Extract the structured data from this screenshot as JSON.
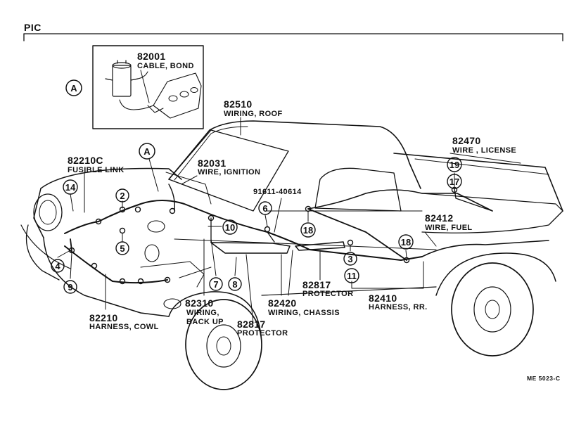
{
  "header": {
    "label": "PIC"
  },
  "parts": [
    {
      "id": "p82001",
      "number": "82001",
      "desc": "CABLE, BOND"
    },
    {
      "id": "p82510",
      "number": "82510",
      "desc": "WIRING, ROOF"
    },
    {
      "id": "p82470",
      "number": "82470",
      "desc": "WIRE , LICENSE"
    },
    {
      "id": "p82210c",
      "number": "82210C",
      "desc": "FUSIBLE LINK"
    },
    {
      "id": "p82031",
      "number": "82031",
      "desc": "WIRE, IGNITION"
    },
    {
      "id": "p91611",
      "number": "91611-40614",
      "desc": ""
    },
    {
      "id": "p82412",
      "number": "82412",
      "desc": "WIRE, FUEL"
    },
    {
      "id": "p82817a",
      "number": "82817",
      "desc": "PROTECTOR"
    },
    {
      "id": "p82410",
      "number": "82410",
      "desc": "HARNESS, RR."
    },
    {
      "id": "p82310",
      "number": "82310",
      "desc": "WIRING,"
    },
    {
      "id": "p82310b",
      "number": "",
      "desc": "BACK UP"
    },
    {
      "id": "p82420",
      "number": "82420",
      "desc": "WIRING, CHASSIS"
    },
    {
      "id": "p82817b",
      "number": "82817",
      "desc": "PROTECTOR"
    },
    {
      "id": "p82210",
      "number": "82210",
      "desc": "HARNESS, COWL"
    }
  ],
  "callouts": [
    "2",
    "4",
    "5",
    "6",
    "7",
    "8",
    "9",
    "10",
    "11",
    "14",
    "17",
    "18",
    "18",
    "19",
    "3"
  ],
  "view_markers": [
    "A",
    "A"
  ],
  "footer": {
    "code": "ME 5023-C"
  }
}
